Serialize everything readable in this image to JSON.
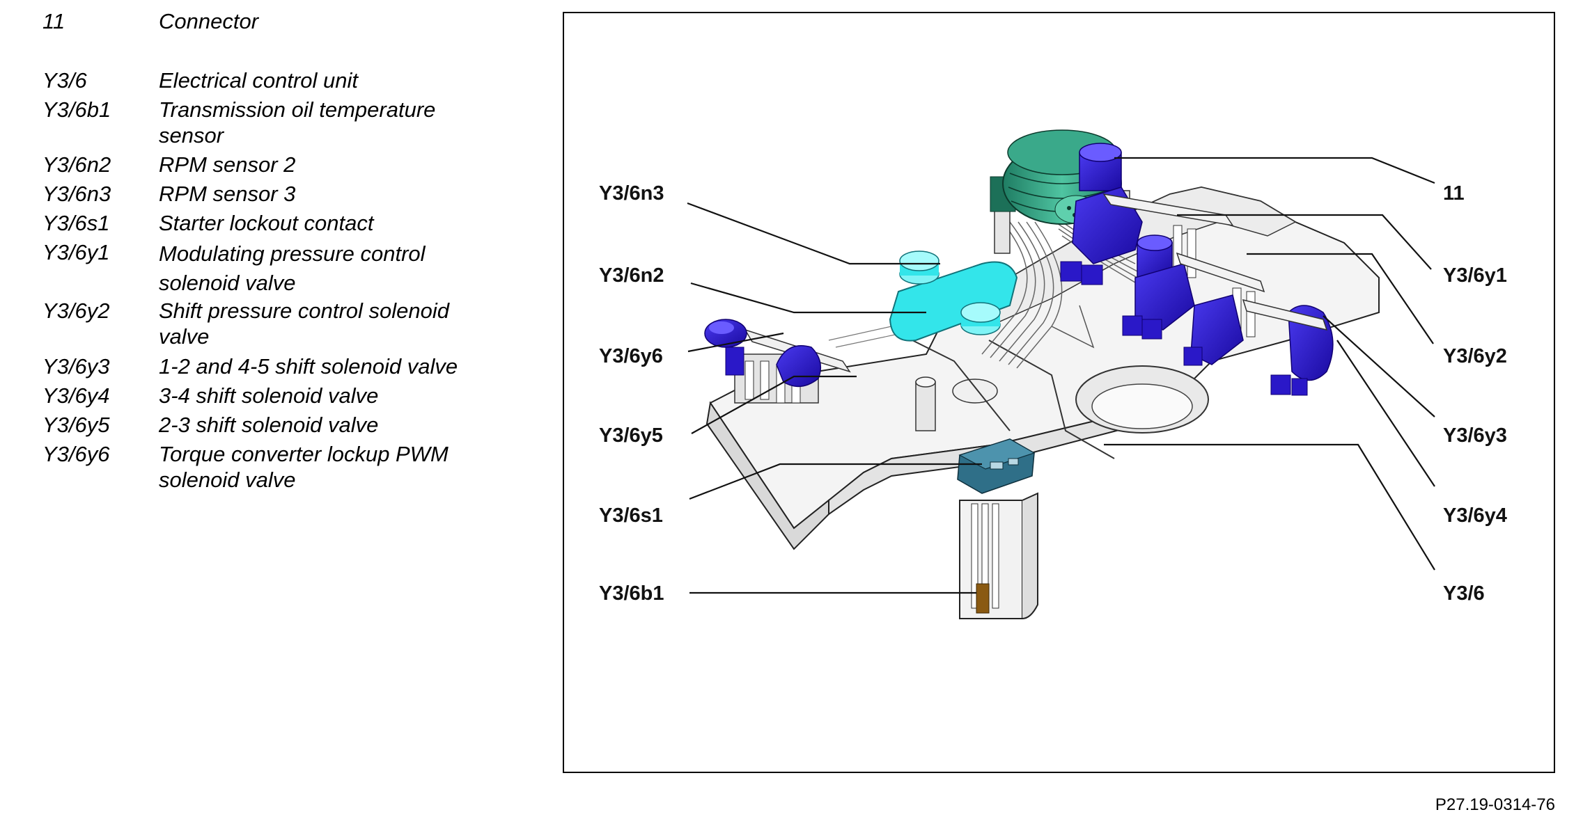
{
  "legend": [
    {
      "code": "11",
      "desc": "Connector"
    },
    {
      "code": "Y3/6",
      "desc": "Electrical control unit"
    },
    {
      "code": "Y3/6b1",
      "desc": "Transmission oil temperature sensor"
    },
    {
      "code": "Y3/6n2",
      "desc": "RPM sensor 2"
    },
    {
      "code": "Y3/6n3",
      "desc": "RPM sensor 3"
    },
    {
      "code": "Y3/6s1",
      "desc": "Starter lockout contact"
    },
    {
      "code": "Y3/6y1",
      "desc": "Modulating pressure control solenoid valve"
    },
    {
      "code": "Y3/6y2",
      "desc": "Shift pressure control solenoid valve"
    },
    {
      "code": "Y3/6y3",
      "desc": "1-2 and 4-5 shift solenoid valve"
    },
    {
      "code": "Y3/6y4",
      "desc": "3-4 shift solenoid valve"
    },
    {
      "code": "Y3/6y5",
      "desc": "2-3 shift solenoid valve"
    },
    {
      "code": "Y3/6y6",
      "desc": "Torque converter lockup PWM solenoid valve"
    }
  ],
  "callouts": {
    "left": [
      "Y3/6n3",
      "Y3/6n2",
      "Y3/6y6",
      "Y3/6y5",
      "Y3/6s1",
      "Y3/6b1"
    ],
    "right": [
      "11",
      "Y3/6y1",
      "Y3/6y2",
      "Y3/6y3",
      "Y3/6y4",
      "Y3/6"
    ]
  },
  "figure_ref": "P27.19-0314-76",
  "colors": {
    "connector": "#2e9e80",
    "rpm_sensor": "#33e5ea",
    "solenoid": "#2a18c8",
    "starter_contact": "#2f6f88",
    "temp_sensor": "#8a5a12",
    "housing": "#f4f4f4"
  }
}
